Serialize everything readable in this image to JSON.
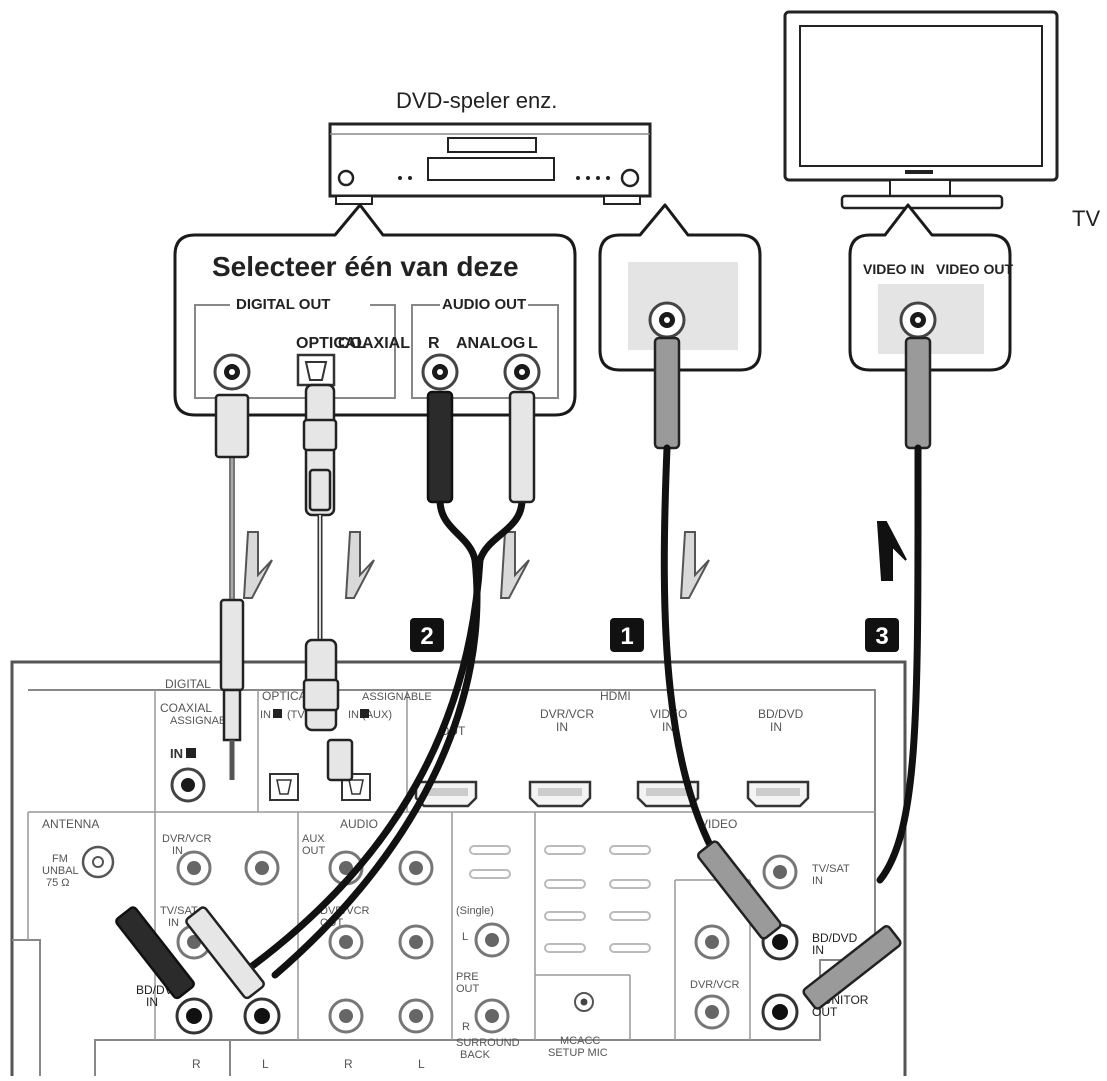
{
  "labels": {
    "dvd_player": "DVD-speler enz.",
    "tv": "TV",
    "select_one": "Selecteer één van deze",
    "digital_out": "DIGITAL OUT",
    "audio_out": "AUDIO OUT",
    "optical": "OPTICAL",
    "coaxial": "COAXIAL",
    "r": "R",
    "analog": "ANALOG",
    "l": "L",
    "video_in": "VIDEO IN",
    "video_out": "VIDEO OUT"
  },
  "steps": [
    "1",
    "2",
    "3"
  ],
  "receiver": {
    "digital": "DIGITAL",
    "coaxial": "COAXIAL",
    "assignable": "ASSIGNABLE",
    "in1": "IN",
    "optical": "OPTICAL",
    "opt_in1": "IN",
    "tvsat_short": "(TV/SAT)",
    "assignable2": "ASSIGNABLE",
    "in2_aux": "IN (AUX)",
    "hdmi": "HDMI",
    "out": "OUT",
    "dvrvcr": "DVR/VCR",
    "in": "IN",
    "video": "VIDEO",
    "bddvd": "BD/DVD",
    "antenna": "ANTENNA",
    "fm_unbal": "FM",
    "unbal": "UNBAL",
    "ohm": "75 Ω",
    "audio": "AUDIO",
    "aux": "AUX",
    "tvsat": "TV/SAT",
    "single": "(Single)",
    "pre": "PRE",
    "pre_out": "OUT",
    "surround": "SURROUND",
    "back": "BACK",
    "mcacc": "MCACC",
    "setup_mic": "SETUP MIC",
    "video_section": "VIDEO",
    "monitor": "MONITOR",
    "monitor_out": "OUT",
    "R": "R",
    "L": "L"
  }
}
